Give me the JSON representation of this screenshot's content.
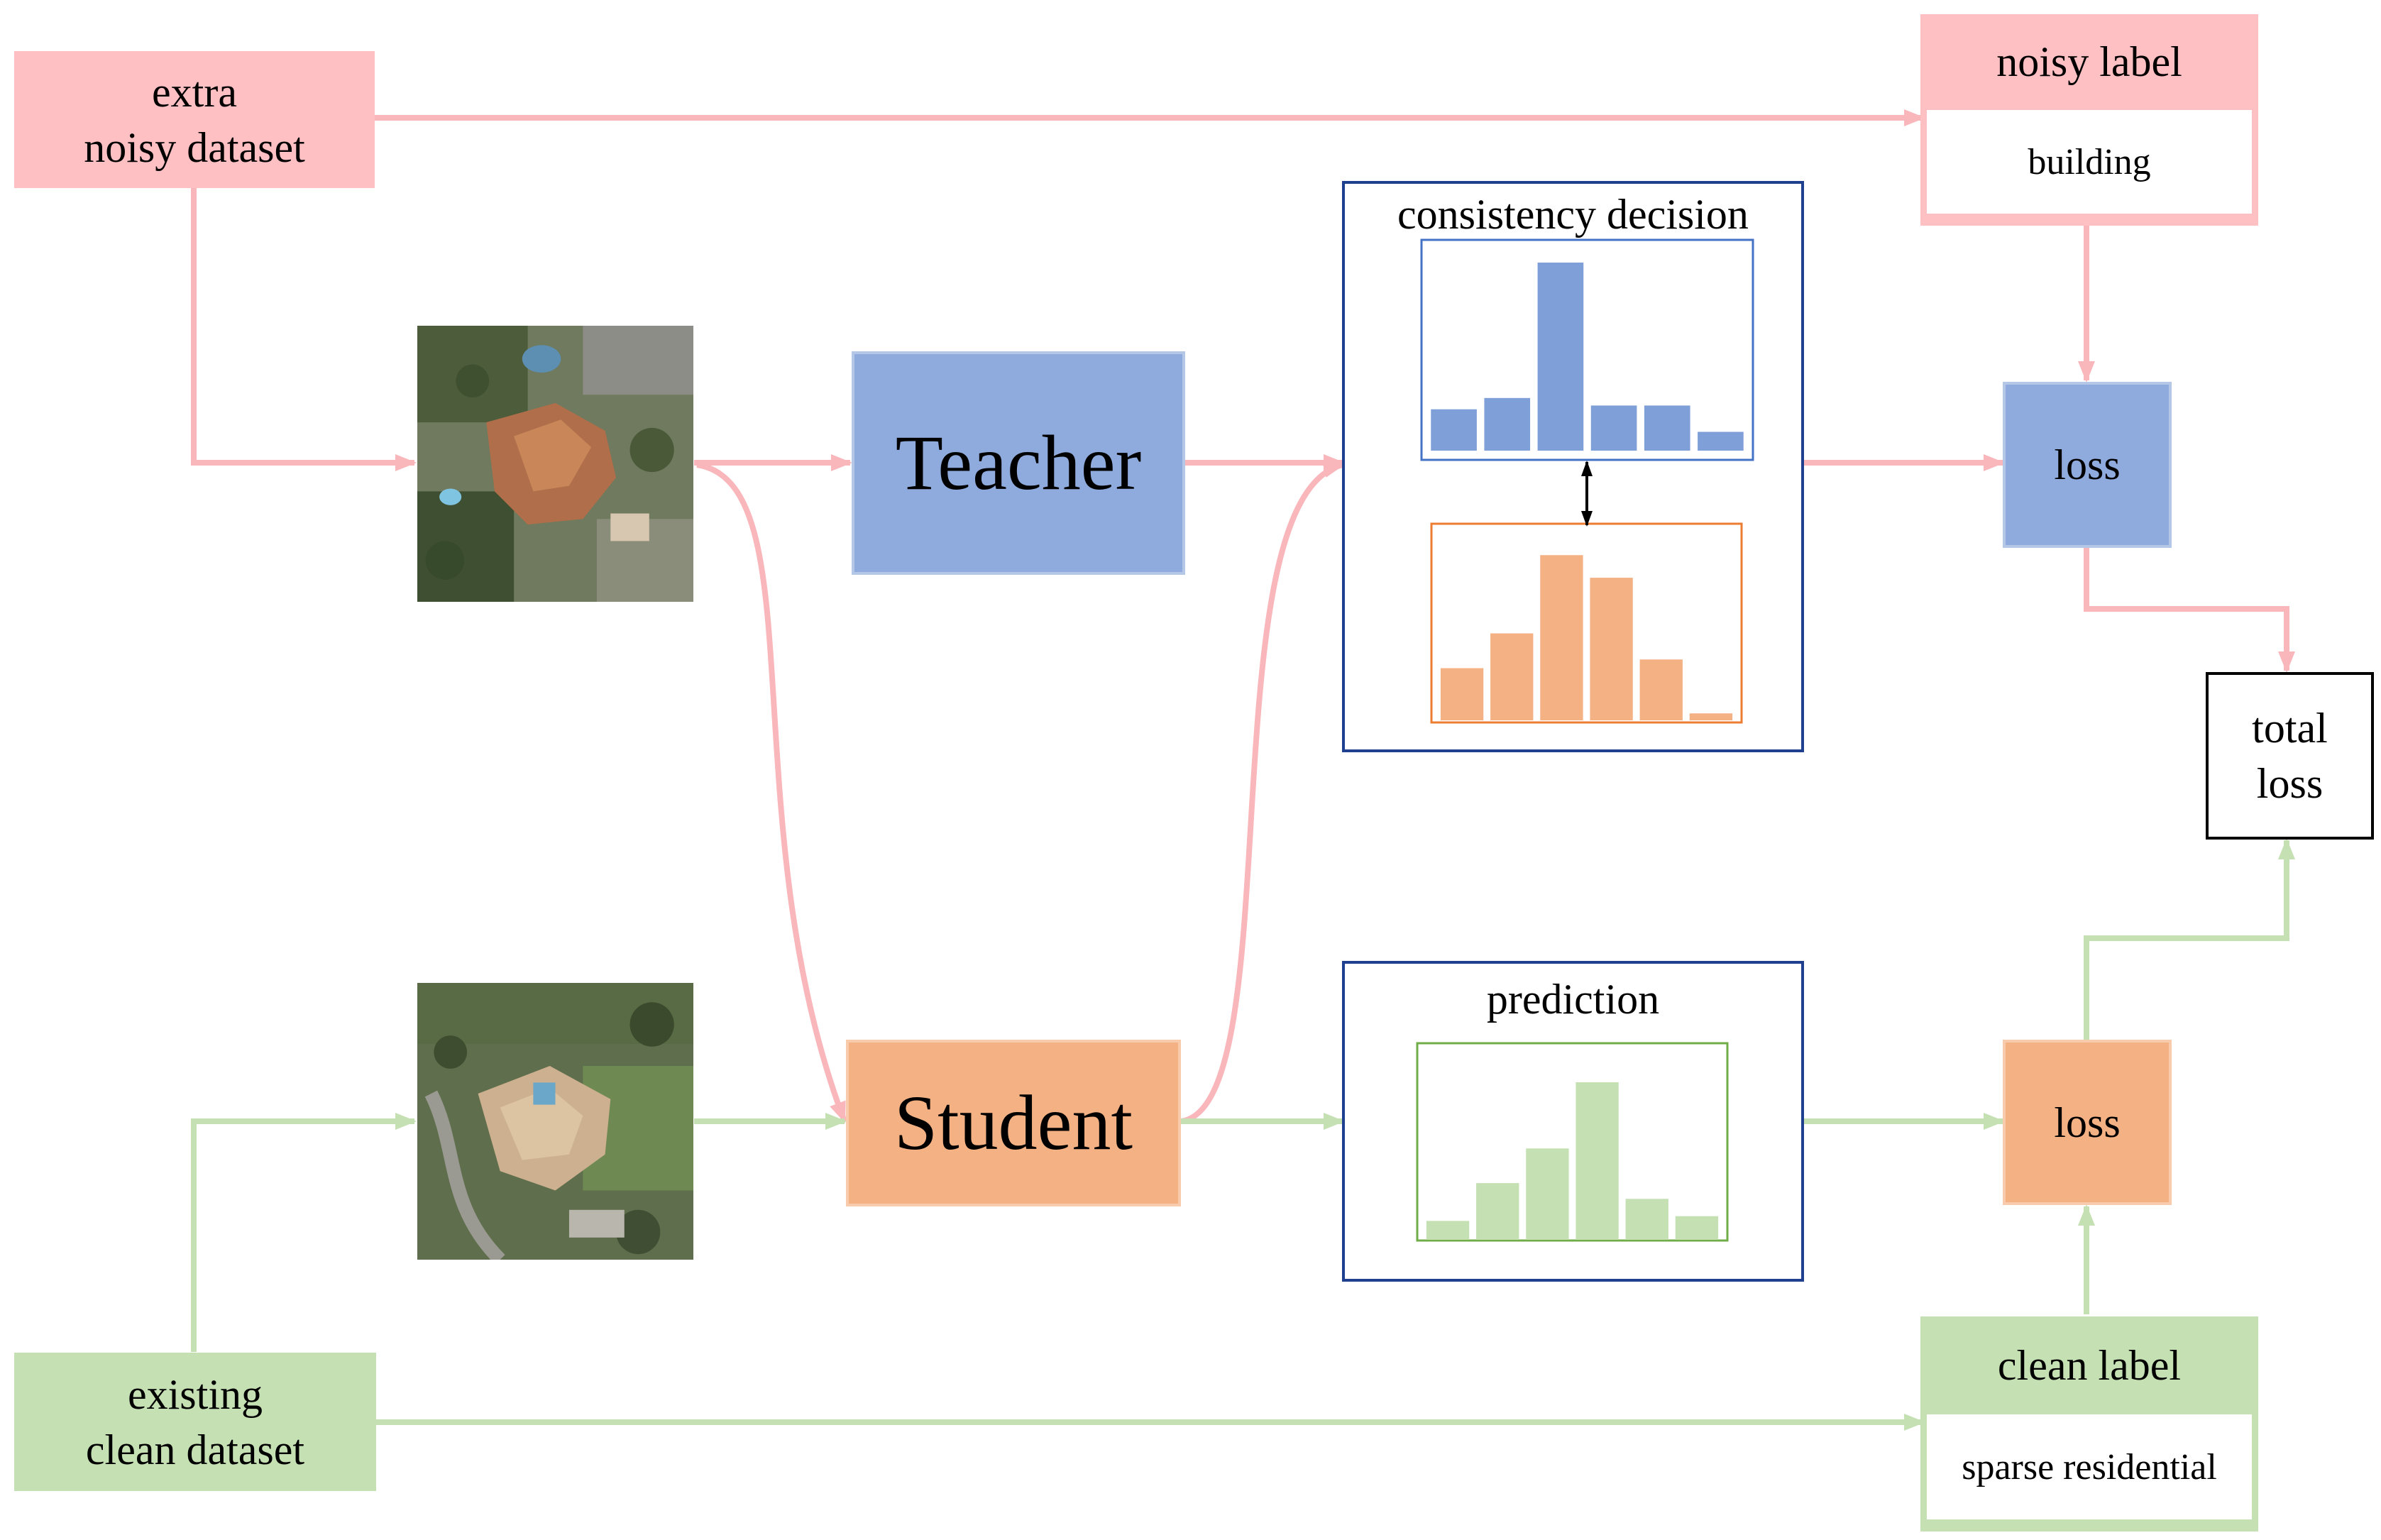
{
  "sources": {
    "noisy_dataset": "extra\nnoisy dataset",
    "clean_dataset": "existing\nclean dataset"
  },
  "models": {
    "teacher": "Teacher",
    "student": "Student"
  },
  "panels": {
    "consistency_title": "consistency decision",
    "prediction_title": "prediction"
  },
  "labels": {
    "noisy_title": "noisy label",
    "noisy_value": "building",
    "clean_title": "clean label",
    "clean_value": "sparse residential"
  },
  "losses": {
    "teacher_loss": "loss",
    "student_loss": "loss",
    "total_loss": "total\nloss"
  },
  "histograms": {
    "teacher": [
      0.22,
      0.28,
      1.0,
      0.24,
      0.24,
      0.1
    ],
    "student_consistency": [
      0.3,
      0.5,
      0.95,
      0.82,
      0.35,
      0.04
    ],
    "prediction": [
      0.12,
      0.36,
      0.58,
      1.0,
      0.26,
      0.15
    ]
  },
  "colors": {
    "noisy_flow": "#f9b6bb",
    "clean_flow": "#c5e0b3",
    "teacher_blue": "#7f9fd9",
    "student_orange": "#f4b183",
    "prediction_green": "#c5e0b3",
    "panel_border": "#1f3f8f"
  }
}
